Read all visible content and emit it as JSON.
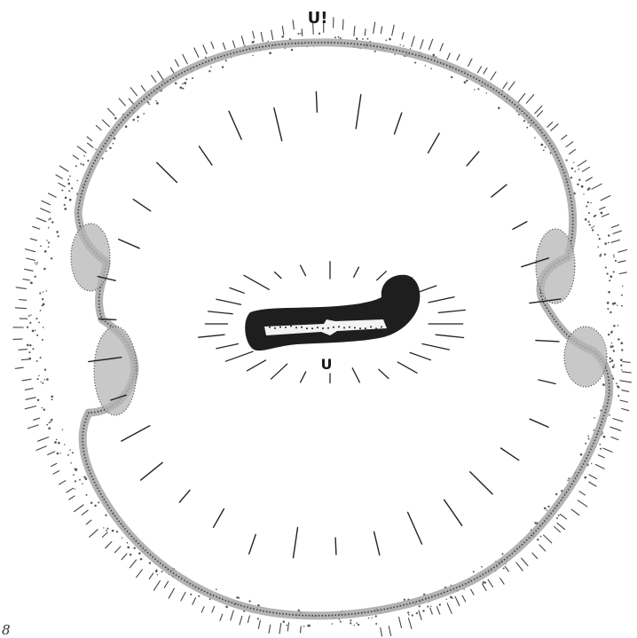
{
  "figure": {
    "label_top": "U!",
    "label_center": "U",
    "figure_number": "8"
  },
  "colors": {
    "ink": "#1a1a1a",
    "stipple": "#6b6b6b",
    "band": "#9a9a9a",
    "paper": "#ffffff"
  }
}
